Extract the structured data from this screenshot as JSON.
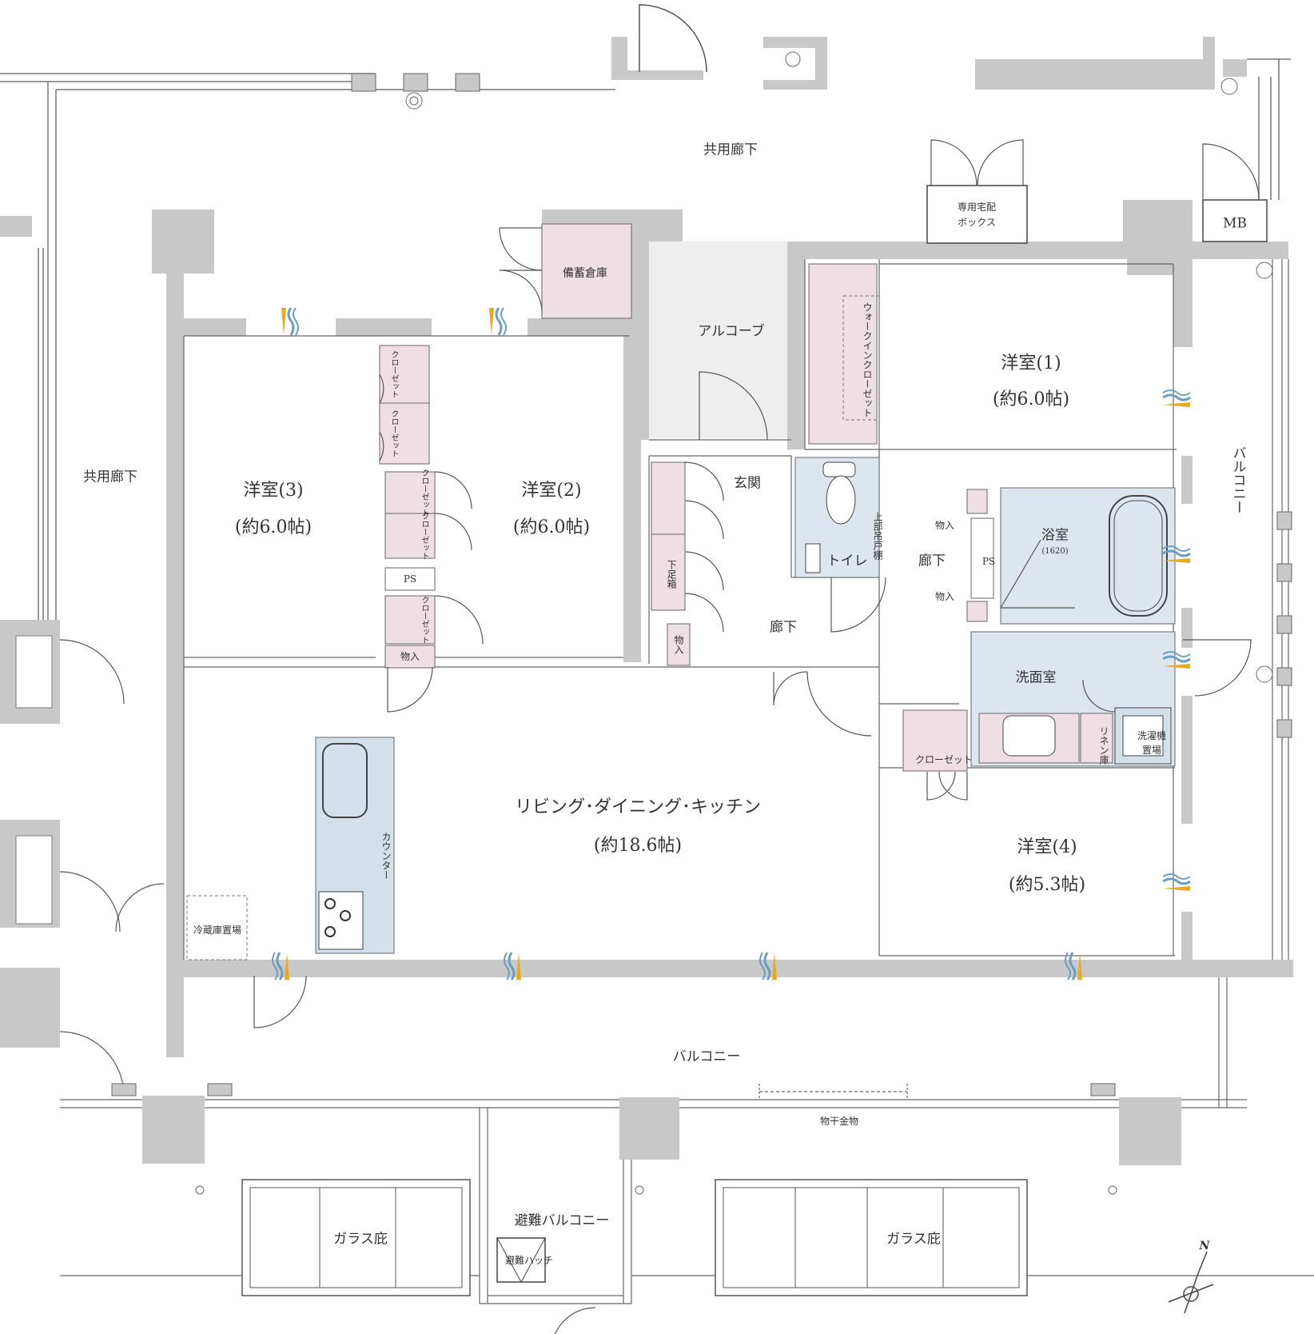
{
  "corridor_top": "共用廊下",
  "corridor_left": "共用廊下",
  "delivery_box_line1": "専用宅配",
  "delivery_box_line2": "ボックス",
  "mb": "MB",
  "storage_reserve": "備蓄倉庫",
  "alcove": "アルコーブ",
  "walk_in_closet": "ウォークインクローゼット",
  "room1_name": "洋室(1)",
  "room1_size": "(約6.0帖)",
  "room2_name": "洋室(2)",
  "room2_size": "(約6.0帖)",
  "room3_name": "洋室(3)",
  "room3_size": "(約6.0帖)",
  "room4_name": "洋室(4)",
  "room4_size": "(約5.3帖)",
  "closet": "クローゼット",
  "ps": "PS",
  "storage": "物入",
  "entrance": "玄関",
  "shoe_box": "下足箱",
  "toilet": "トイレ",
  "upper_shelf": "上部吊戸棚",
  "hall": "廊下",
  "bath": "浴室",
  "bath_size": "(1620)",
  "washroom": "洗面室",
  "linen": "リネン庫",
  "washer_line1": "洗濯機",
  "washer_line2": "置場",
  "ldk_name": "リビング･ダイニング･キッチン",
  "ldk_size": "(約18.6帖)",
  "counter": "カウンター",
  "fridge": "冷蔵庫置場",
  "balcony_right": "バルコニー",
  "balcony_bottom": "バルコニー",
  "laundry_bar": "物干金物",
  "evac_balcony": "避難バルコニー",
  "evac_hatch": "避難ハッチ",
  "glass_canopy": "ガラス庇",
  "north": "N",
  "colors": {
    "wall": "#c8c8c8",
    "closet_fill": "#eedfe4",
    "wet_fill": "#dde6ee",
    "counter_fill": "#d3e0ea",
    "alcove_fill": "#eeeeee",
    "vent_gold": "#e8a820",
    "vent_blue": "#6a9ec2"
  }
}
